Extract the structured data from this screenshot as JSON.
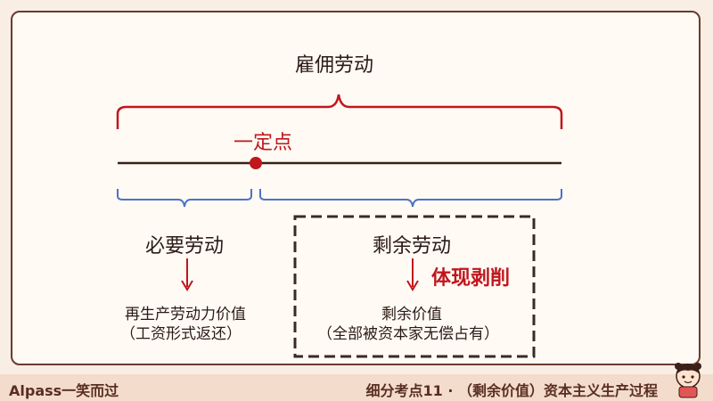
{
  "diagram": {
    "top_label": "雇佣劳动",
    "point_label": "一定点",
    "left_label": "必要劳动",
    "left_result_line1": "再生产劳动力价值",
    "left_result_line2": "（工资形式返还）",
    "right_label": "剩余劳动",
    "exploit_label": "体现剥削",
    "right_result_line1": "剩余价值",
    "right_result_line2": "（全部被资本家无偿占有）"
  },
  "footer": {
    "left_text": "Alpass一笑而过",
    "right_text": "细分考点11 · （剩余价值）资本主义生产过程"
  },
  "colors": {
    "line": "#3b1f18",
    "red": "#c0161c",
    "blue": "#4a73c9",
    "border": "#6b3a2c"
  },
  "icons": {
    "mascot": "girl-avatar-icon"
  }
}
